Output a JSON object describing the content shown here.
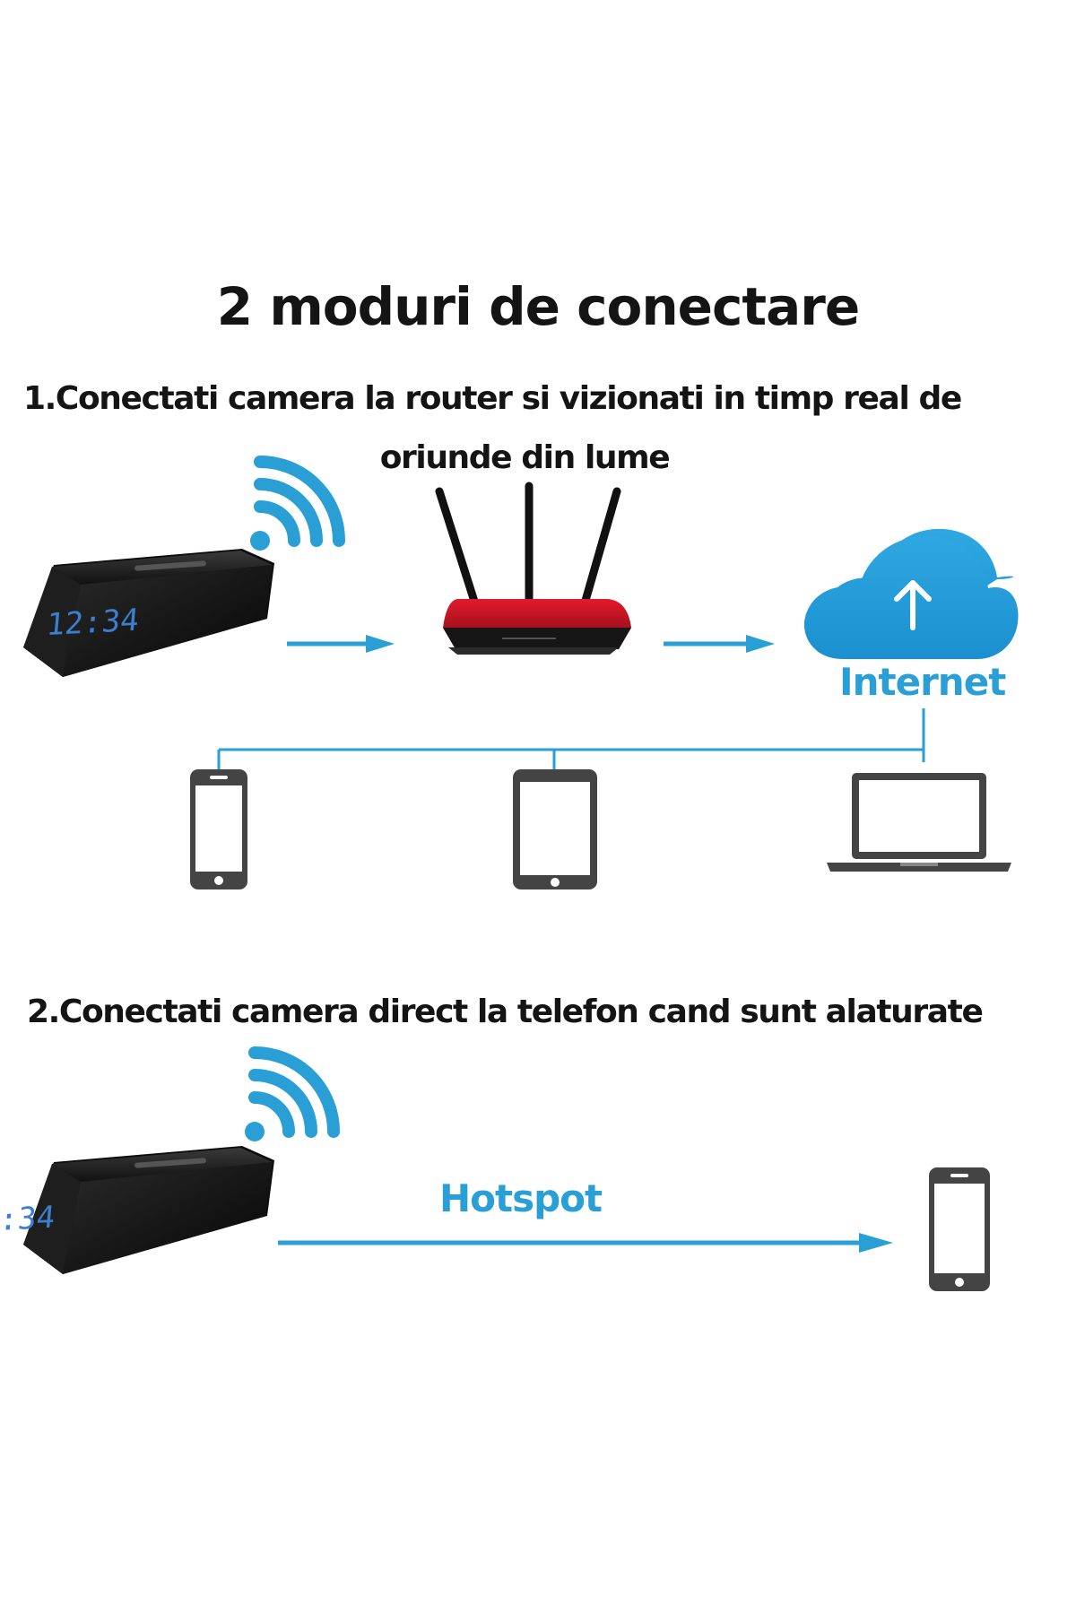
{
  "title": "2 moduri de conectare",
  "mode1": {
    "line1": "1.Conectati camera la router si vizionati in timp real de",
    "line2": "oriunde din lume",
    "cloud_label": "Internet"
  },
  "mode2": {
    "text": "2.Conectati camera direct la telefon cand sunt alaturate",
    "link_label": "Hotspot"
  },
  "clock_display": "12:34",
  "colors": {
    "accent_blue": "#2a9fd6",
    "device_dark": "#1c1c1c",
    "router_red": "#c01322",
    "clock_digits": "#3a7fd0"
  },
  "icons": [
    "camera-clock-icon",
    "wifi-icon",
    "router-icon",
    "cloud-upload-icon",
    "smartphone-icon",
    "tablet-icon",
    "laptop-icon",
    "arrow-right-icon"
  ]
}
